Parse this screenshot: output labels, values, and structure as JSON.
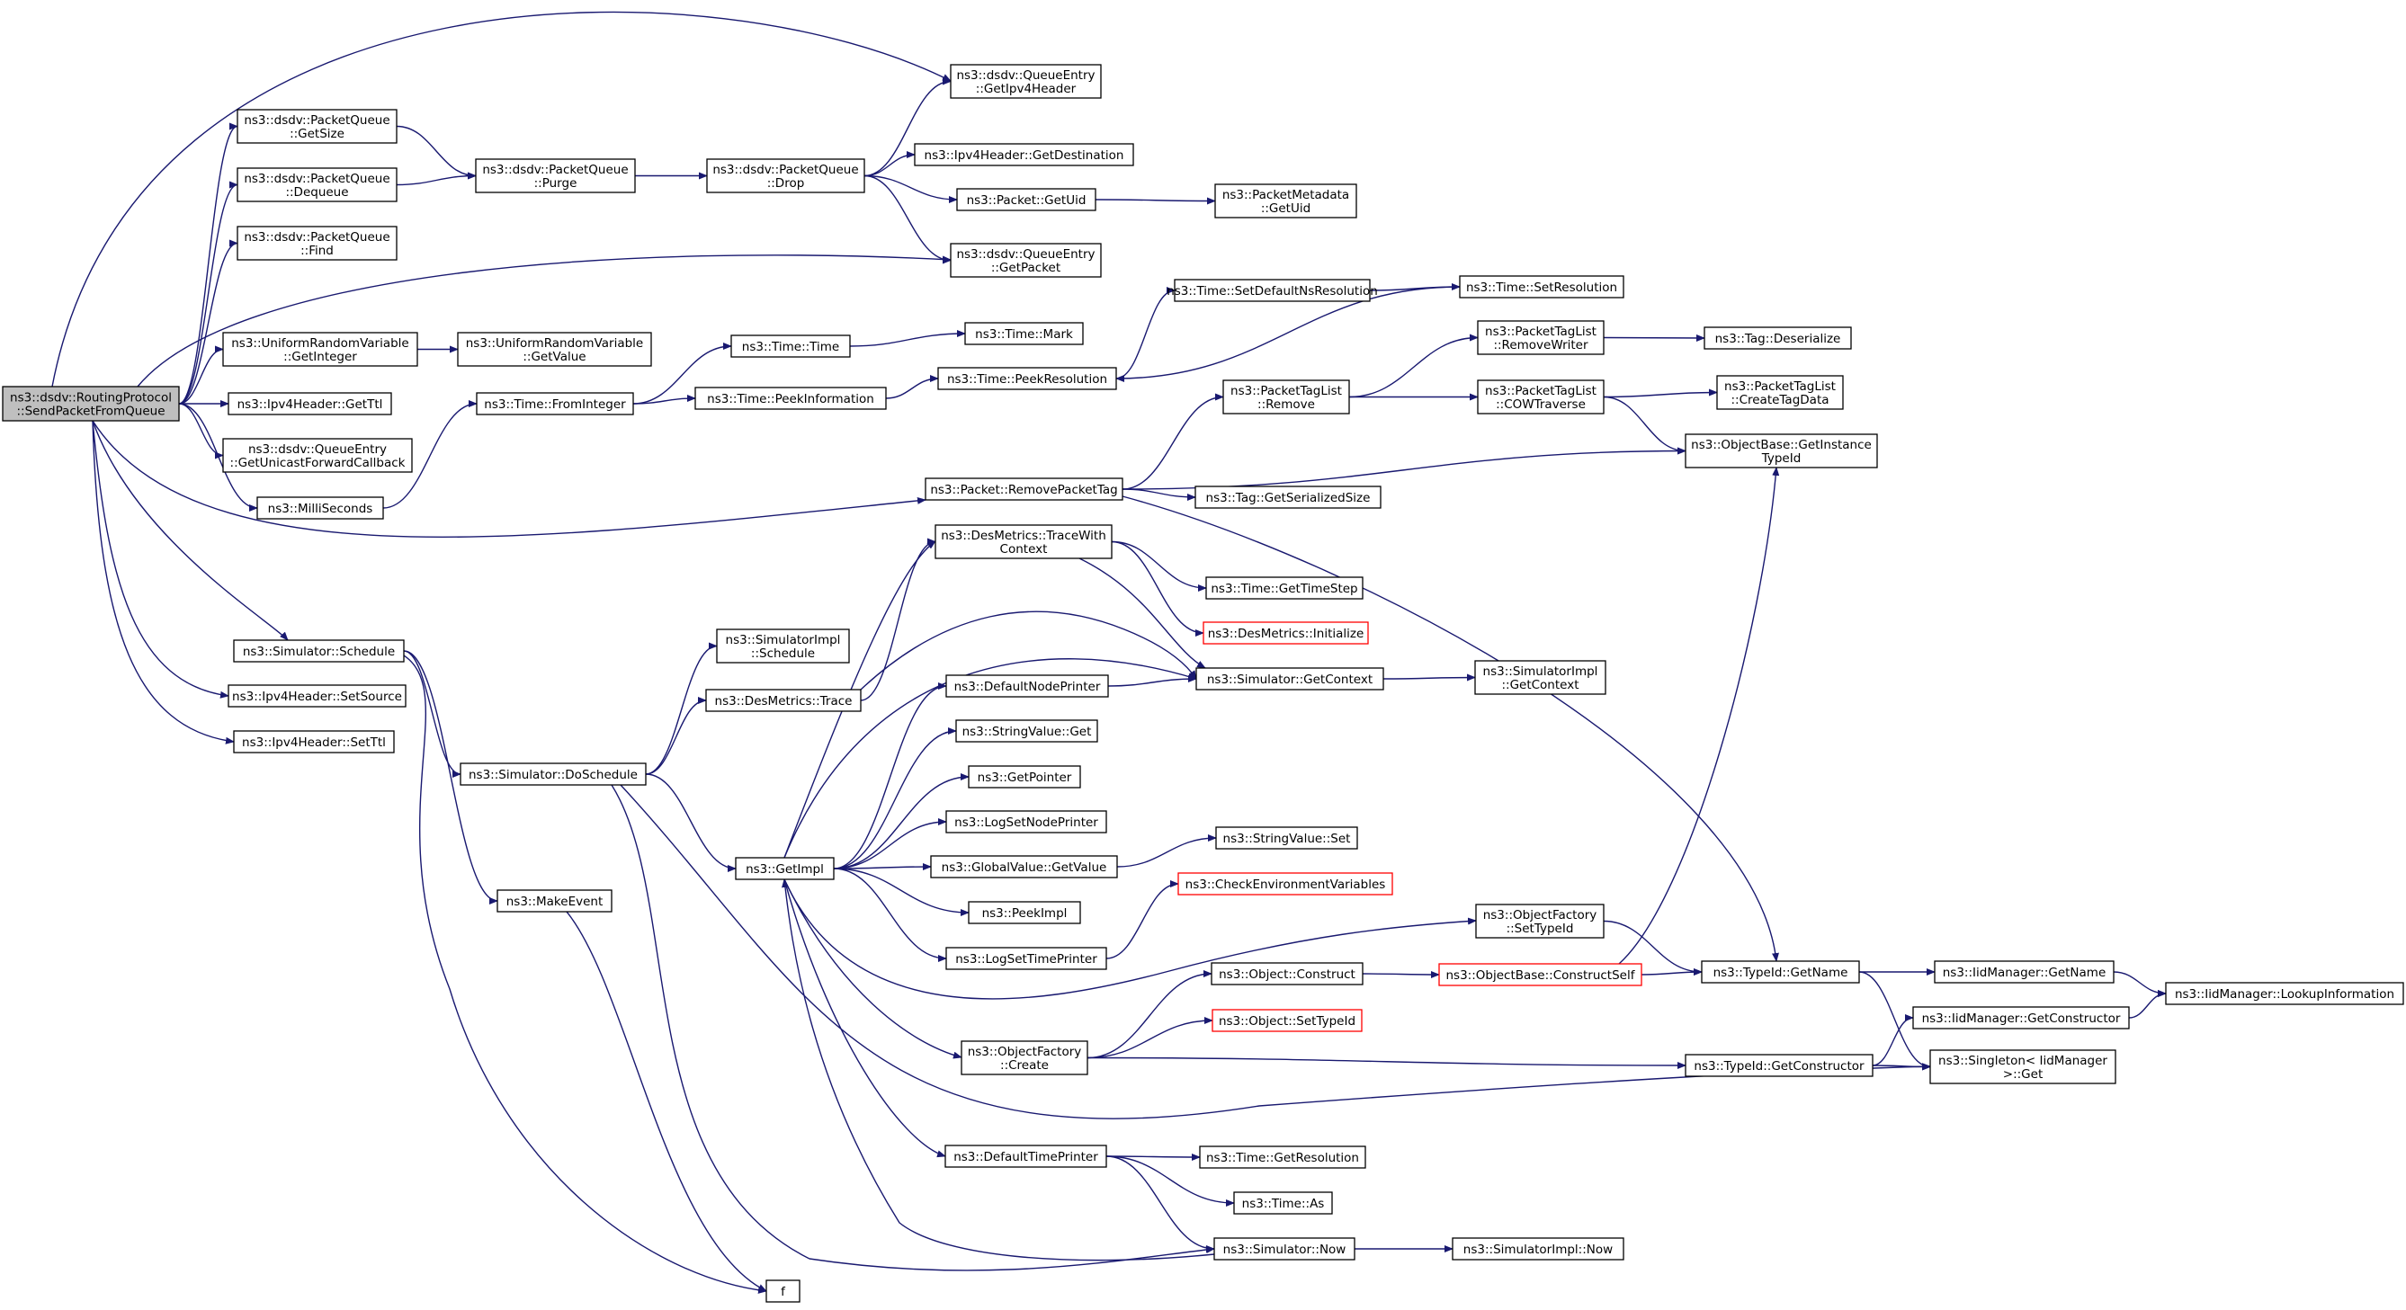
{
  "nodes": [
    {
      "id": "root",
      "lines": [
        "ns3::dsdv::RoutingProtocol",
        "::SendPacketFromQueue"
      ],
      "style": "root"
    },
    {
      "id": "pq_getsize",
      "lines": [
        "ns3::dsdv::PacketQueue",
        "::GetSize"
      ]
    },
    {
      "id": "pq_dequeue",
      "lines": [
        "ns3::dsdv::PacketQueue",
        "::Dequeue"
      ]
    },
    {
      "id": "pq_find",
      "lines": [
        "ns3::dsdv::PacketQueue",
        "::Find"
      ]
    },
    {
      "id": "pq_purge",
      "lines": [
        "ns3::dsdv::PacketQueue",
        "::Purge"
      ]
    },
    {
      "id": "pq_drop",
      "lines": [
        "ns3::dsdv::PacketQueue",
        "::Drop"
      ]
    },
    {
      "id": "qe_getipv4",
      "lines": [
        "ns3::dsdv::QueueEntry",
        "::GetIpv4Header"
      ]
    },
    {
      "id": "ipv4_getdest",
      "lines": [
        "ns3::Ipv4Header::GetDestination"
      ]
    },
    {
      "id": "pkt_getuid",
      "lines": [
        "ns3::Packet::GetUid"
      ]
    },
    {
      "id": "pm_getuid",
      "lines": [
        "ns3::PacketMetadata",
        "::GetUid"
      ]
    },
    {
      "id": "qe_getpacket",
      "lines": [
        "ns3::dsdv::QueueEntry",
        "::GetPacket"
      ]
    },
    {
      "id": "urv_getint",
      "lines": [
        "ns3::UniformRandomVariable",
        "::GetInteger"
      ]
    },
    {
      "id": "urv_getval",
      "lines": [
        "ns3::UniformRandomVariable",
        "::GetValue"
      ]
    },
    {
      "id": "ipv4_getttl",
      "lines": [
        "ns3::Ipv4Header::GetTtl"
      ]
    },
    {
      "id": "qe_getucb",
      "lines": [
        "ns3::dsdv::QueueEntry",
        "::GetUnicastForwardCallback"
      ]
    },
    {
      "id": "milliseconds",
      "lines": [
        "ns3::MilliSeconds"
      ]
    },
    {
      "id": "time_fromint",
      "lines": [
        "ns3::Time::FromInteger"
      ]
    },
    {
      "id": "time_time",
      "lines": [
        "ns3::Time::Time"
      ]
    },
    {
      "id": "time_mark",
      "lines": [
        "ns3::Time::Mark"
      ]
    },
    {
      "id": "time_peekinfo",
      "lines": [
        "ns3::Time::PeekInformation"
      ]
    },
    {
      "id": "time_peekres",
      "lines": [
        "ns3::Time::PeekResolution"
      ]
    },
    {
      "id": "time_setdefres",
      "lines": [
        "ns3::Time::SetDefaultNsResolution"
      ]
    },
    {
      "id": "time_setres",
      "lines": [
        "ns3::Time::SetResolution"
      ]
    },
    {
      "id": "ptl_removewriter",
      "lines": [
        "ns3::PacketTagList",
        "::RemoveWriter"
      ]
    },
    {
      "id": "tag_deser",
      "lines": [
        "ns3::Tag::Deserialize"
      ]
    },
    {
      "id": "ptl_remove",
      "lines": [
        "ns3::PacketTagList",
        "::Remove"
      ]
    },
    {
      "id": "ptl_cow",
      "lines": [
        "ns3::PacketTagList",
        "::COWTraverse"
      ]
    },
    {
      "id": "ptl_createtag",
      "lines": [
        "ns3::PacketTagList",
        "::CreateTagData"
      ]
    },
    {
      "id": "ob_getinst",
      "lines": [
        "ns3::ObjectBase::GetInstance",
        "TypeId"
      ]
    },
    {
      "id": "pkt_removetag",
      "lines": [
        "ns3::Packet::RemovePacketTag"
      ]
    },
    {
      "id": "tag_getsersize",
      "lines": [
        "ns3::Tag::GetSerializedSize"
      ]
    },
    {
      "id": "sim_schedule",
      "lines": [
        "ns3::Simulator::Schedule"
      ]
    },
    {
      "id": "ipv4_setsource",
      "lines": [
        "ns3::Ipv4Header::SetSource"
      ]
    },
    {
      "id": "ipv4_setttl",
      "lines": [
        "ns3::Ipv4Header::SetTtl"
      ]
    },
    {
      "id": "simimpl_schedule",
      "lines": [
        "ns3::SimulatorImpl",
        "::Schedule"
      ]
    },
    {
      "id": "desm_trace",
      "lines": [
        "ns3::DesMetrics::Trace"
      ]
    },
    {
      "id": "desm_tracectx",
      "lines": [
        "ns3::DesMetrics::TraceWith",
        "Context"
      ]
    },
    {
      "id": "time_gettimestep",
      "lines": [
        "ns3::Time::GetTimeStep"
      ]
    },
    {
      "id": "desm_init",
      "lines": [
        "ns3::DesMetrics::Initialize"
      ],
      "style": "trunc"
    },
    {
      "id": "defnodeprinter",
      "lines": [
        "ns3::DefaultNodePrinter"
      ]
    },
    {
      "id": "sim_getctx",
      "lines": [
        "ns3::Simulator::GetContext"
      ]
    },
    {
      "id": "simimpl_getctx",
      "lines": [
        "ns3::SimulatorImpl",
        "::GetContext"
      ]
    },
    {
      "id": "sv_get",
      "lines": [
        "ns3::StringValue::Get"
      ]
    },
    {
      "id": "getpointer",
      "lines": [
        "ns3::GetPointer"
      ]
    },
    {
      "id": "logsetnodeprinter",
      "lines": [
        "ns3::LogSetNodePrinter"
      ]
    },
    {
      "id": "gv_getvalue",
      "lines": [
        "ns3::GlobalValue::GetValue"
      ]
    },
    {
      "id": "sv_set",
      "lines": [
        "ns3::StringValue::Set"
      ]
    },
    {
      "id": "sim_doschedule",
      "lines": [
        "ns3::Simulator::DoSchedule"
      ]
    },
    {
      "id": "getimpl",
      "lines": [
        "ns3::GetImpl"
      ]
    },
    {
      "id": "checkenv",
      "lines": [
        "ns3::CheckEnvironmentVariables"
      ],
      "style": "trunc"
    },
    {
      "id": "peekimpl",
      "lines": [
        "ns3::PeekImpl"
      ]
    },
    {
      "id": "makeevent",
      "lines": [
        "ns3::MakeEvent"
      ]
    },
    {
      "id": "logsettimeprinter",
      "lines": [
        "ns3::LogSetTimePrinter"
      ]
    },
    {
      "id": "of_settypeid",
      "lines": [
        "ns3::ObjectFactory",
        "::SetTypeId"
      ]
    },
    {
      "id": "obj_construct",
      "lines": [
        "ns3::Object::Construct"
      ]
    },
    {
      "id": "ob_constructself",
      "lines": [
        "ns3::ObjectBase::ConstructSelf"
      ],
      "style": "trunc"
    },
    {
      "id": "typeid_getname",
      "lines": [
        "ns3::TypeId::GetName"
      ]
    },
    {
      "id": "iidm_getname",
      "lines": [
        "ns3::IidManager::GetName"
      ]
    },
    {
      "id": "iidm_lookup",
      "lines": [
        "ns3::IidManager::LookupInformation"
      ]
    },
    {
      "id": "iidm_getctor",
      "lines": [
        "ns3::IidManager::GetConstructor"
      ]
    },
    {
      "id": "obj_settypeid",
      "lines": [
        "ns3::Object::SetTypeId"
      ],
      "style": "trunc"
    },
    {
      "id": "of_create",
      "lines": [
        "ns3::ObjectFactory",
        "::Create"
      ]
    },
    {
      "id": "typeid_getctor",
      "lines": [
        "ns3::TypeId::GetConstructor"
      ]
    },
    {
      "id": "singleton_get",
      "lines": [
        "ns3::Singleton< IidManager",
        " >::Get"
      ]
    },
    {
      "id": "deftimeprinter",
      "lines": [
        "ns3::DefaultTimePrinter"
      ]
    },
    {
      "id": "time_getres",
      "lines": [
        "ns3::Time::GetResolution"
      ]
    },
    {
      "id": "time_as",
      "lines": [
        "ns3::Time::As"
      ]
    },
    {
      "id": "sim_now",
      "lines": [
        "ns3::Simulator::Now"
      ]
    },
    {
      "id": "simimpl_now",
      "lines": [
        "ns3::SimulatorImpl::Now"
      ]
    },
    {
      "id": "f",
      "lines": [
        "f"
      ]
    }
  ],
  "edges": [
    [
      "root",
      "qe_getipv4"
    ],
    [
      "root",
      "pq_getsize"
    ],
    [
      "root",
      "pq_dequeue"
    ],
    [
      "root",
      "pq_find"
    ],
    [
      "root",
      "qe_getpacket"
    ],
    [
      "root",
      "urv_getint"
    ],
    [
      "root",
      "ipv4_getttl"
    ],
    [
      "root",
      "qe_getucb"
    ],
    [
      "root",
      "milliseconds"
    ],
    [
      "root",
      "pkt_removetag"
    ],
    [
      "root",
      "sim_schedule"
    ],
    [
      "root",
      "ipv4_setsource"
    ],
    [
      "root",
      "ipv4_setttl"
    ],
    [
      "pq_getsize",
      "pq_purge"
    ],
    [
      "pq_dequeue",
      "pq_purge"
    ],
    [
      "pq_purge",
      "pq_drop"
    ],
    [
      "pq_drop",
      "qe_getipv4"
    ],
    [
      "pq_drop",
      "ipv4_getdest"
    ],
    [
      "pq_drop",
      "pkt_getuid"
    ],
    [
      "pq_drop",
      "qe_getpacket"
    ],
    [
      "pkt_getuid",
      "pm_getuid"
    ],
    [
      "urv_getint",
      "urv_getval"
    ],
    [
      "milliseconds",
      "time_fromint"
    ],
    [
      "time_fromint",
      "time_time"
    ],
    [
      "time_fromint",
      "time_peekinfo"
    ],
    [
      "time_time",
      "time_mark"
    ],
    [
      "time_peekinfo",
      "time_peekres"
    ],
    [
      "time_peekres",
      "time_setdefres"
    ],
    [
      "time_setdefres",
      "time_setres"
    ],
    [
      "time_setres",
      "time_peekres"
    ],
    [
      "pkt_removetag",
      "ptl_remove"
    ],
    [
      "pkt_removetag",
      "tag_getsersize"
    ],
    [
      "pkt_removetag",
      "ob_getinst"
    ],
    [
      "pkt_removetag",
      "typeid_getname"
    ],
    [
      "ptl_remove",
      "ptl_removewriter"
    ],
    [
      "ptl_remove",
      "ptl_cow"
    ],
    [
      "ptl_removewriter",
      "tag_deser"
    ],
    [
      "ptl_cow",
      "ptl_createtag"
    ],
    [
      "ptl_cow",
      "ob_getinst"
    ],
    [
      "sim_schedule",
      "sim_doschedule"
    ],
    [
      "sim_schedule",
      "makeevent"
    ],
    [
      "sim_schedule",
      "f"
    ],
    [
      "sim_doschedule",
      "simimpl_schedule"
    ],
    [
      "sim_doschedule",
      "desm_trace"
    ],
    [
      "sim_doschedule",
      "getimpl"
    ],
    [
      "sim_doschedule",
      "singleton_get"
    ],
    [
      "sim_doschedule",
      "sim_now"
    ],
    [
      "desm_trace",
      "desm_tracectx"
    ],
    [
      "desm_trace",
      "sim_getctx"
    ],
    [
      "desm_tracectx",
      "time_gettimestep"
    ],
    [
      "desm_tracectx",
      "desm_init"
    ],
    [
      "desm_tracectx",
      "sim_getctx"
    ],
    [
      "getimpl",
      "desm_tracectx"
    ],
    [
      "getimpl",
      "defnodeprinter"
    ],
    [
      "getimpl",
      "sim_getctx"
    ],
    [
      "getimpl",
      "sv_get"
    ],
    [
      "getimpl",
      "getpointer"
    ],
    [
      "getimpl",
      "logsetnodeprinter"
    ],
    [
      "getimpl",
      "gv_getvalue"
    ],
    [
      "getimpl",
      "peekimpl"
    ],
    [
      "getimpl",
      "logsettimeprinter"
    ],
    [
      "getimpl",
      "of_settypeid"
    ],
    [
      "getimpl",
      "of_create"
    ],
    [
      "getimpl",
      "deftimeprinter"
    ],
    [
      "defnodeprinter",
      "sim_getctx"
    ],
    [
      "sim_getctx",
      "simimpl_getctx"
    ],
    [
      "gv_getvalue",
      "sv_set"
    ],
    [
      "logsettimeprinter",
      "checkenv"
    ],
    [
      "of_settypeid",
      "typeid_getname"
    ],
    [
      "of_create",
      "obj_construct"
    ],
    [
      "of_create",
      "obj_settypeid"
    ],
    [
      "of_create",
      "typeid_getctor"
    ],
    [
      "obj_construct",
      "ob_constructself"
    ],
    [
      "ob_constructself",
      "typeid_getname"
    ],
    [
      "ob_constructself",
      "ob_getinst"
    ],
    [
      "typeid_getname",
      "iidm_getname"
    ],
    [
      "typeid_getname",
      "singleton_get"
    ],
    [
      "iidm_getname",
      "iidm_lookup"
    ],
    [
      "iidm_getctor",
      "iidm_lookup"
    ],
    [
      "typeid_getctor",
      "iidm_getctor"
    ],
    [
      "typeid_getctor",
      "singleton_get"
    ],
    [
      "deftimeprinter",
      "time_getres"
    ],
    [
      "deftimeprinter",
      "time_as"
    ],
    [
      "deftimeprinter",
      "sim_now"
    ],
    [
      "sim_now",
      "simimpl_now"
    ],
    [
      "sim_now",
      "getimpl"
    ],
    [
      "makeevent",
      "f"
    ]
  ]
}
